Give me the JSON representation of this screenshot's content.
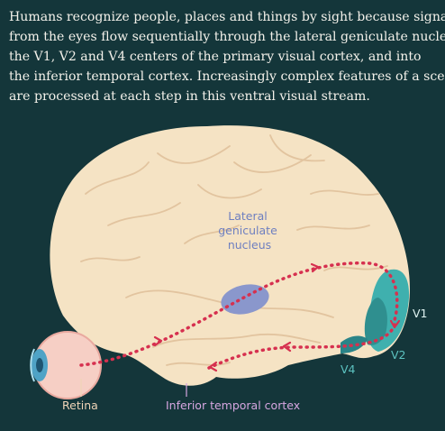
{
  "caption": {
    "lines": [
      "Humans recognize people, places and things by sight because signals",
      "from the eyes flow sequentially through the lateral geniculate nucleus,",
      "the V1, V2 and V4 centers of the primary visual cortex, and into",
      "the inferior temporal cortex. Increasingly complex features of a scene",
      "are processed at each step in this ventral visual stream."
    ]
  },
  "labels": {
    "lgn": [
      "Lateral",
      "geniculate",
      "nucleus"
    ],
    "v1": "V1",
    "v2": "V2",
    "v4": "V4",
    "retina": "Retina",
    "it_cortex": "Inferior temporal cortex"
  },
  "colors": {
    "background": "#14363a",
    "brain": "#f5e3c4",
    "brain_fold": "#e2c49f",
    "pathway": "#d6304f",
    "visual_cortex": "#3fb0ae",
    "lgn": "#8a97cc",
    "label_lgn": "#6e7fc0",
    "label_v": "#5cc2c0",
    "label_it": "#d6a6e0",
    "label_retina": "#f0d5b8"
  }
}
